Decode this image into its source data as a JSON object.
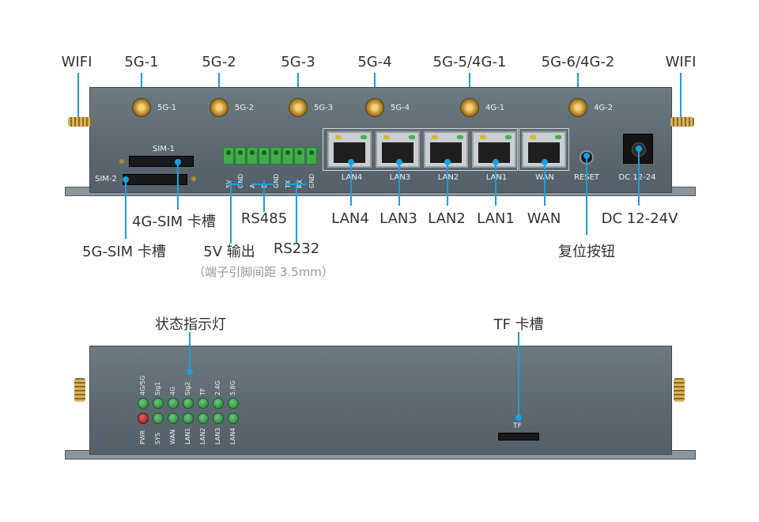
{
  "top_labels": {
    "wifi_left": "WIFI",
    "g5_1": "5G-1",
    "g5_2": "5G-2",
    "g5_3": "5G-3",
    "g5_4": "5G-4",
    "g5_5": "5G-5/4G-1",
    "g5_6": "5G-6/4G-2",
    "wifi_right": "WIFI"
  },
  "panel_silk": {
    "ant1": "5G-1",
    "ant2": "5G-2",
    "ant3": "5G-3",
    "ant4": "5G-4",
    "ant5": "4G-1",
    "ant6": "4G-2",
    "sim1": "SIM-1",
    "sim2": "SIM-2",
    "lan4": "LAN4",
    "lan3": "LAN3",
    "lan2": "LAN2",
    "lan1": "LAN1",
    "wan": "WAN",
    "reset": "RESET",
    "dc": "DC 12-24",
    "terms": [
      "5V",
      "GND",
      "A",
      "B",
      "GND",
      "TX",
      "RX",
      "GND"
    ]
  },
  "bottom_labels": {
    "sim4g": "4G-SIM 卡槽",
    "rs485": "RS485",
    "lan4": "LAN4",
    "lan3": "LAN3",
    "lan2": "LAN2",
    "lan1": "LAN1",
    "wan": "WAN",
    "dc": "DC 12-24V",
    "sim5g": "5G-SIM 卡槽",
    "v5": "5V 输出",
    "rs232": "RS232",
    "pitch": "（端子引脚间距 3.5mm）",
    "reset": "复位按钮"
  },
  "side": {
    "led_title": "状态指示灯",
    "tf_title": "TF 卡槽",
    "tf_silk": "TF",
    "led_top": [
      "4G/5G",
      "Sig1",
      "4G",
      "Sig2",
      "TF",
      "2.4G",
      "5.8G"
    ],
    "led_bottom": [
      "PWR",
      "SYS",
      "WAN",
      "LAN1",
      "LAN2",
      "LAN3",
      "LAN4"
    ]
  },
  "colors": {
    "callout": "#1a9fe0",
    "panel": "#5b6870",
    "led_green": "#1f7a33",
    "led_red": "#8a1818"
  }
}
